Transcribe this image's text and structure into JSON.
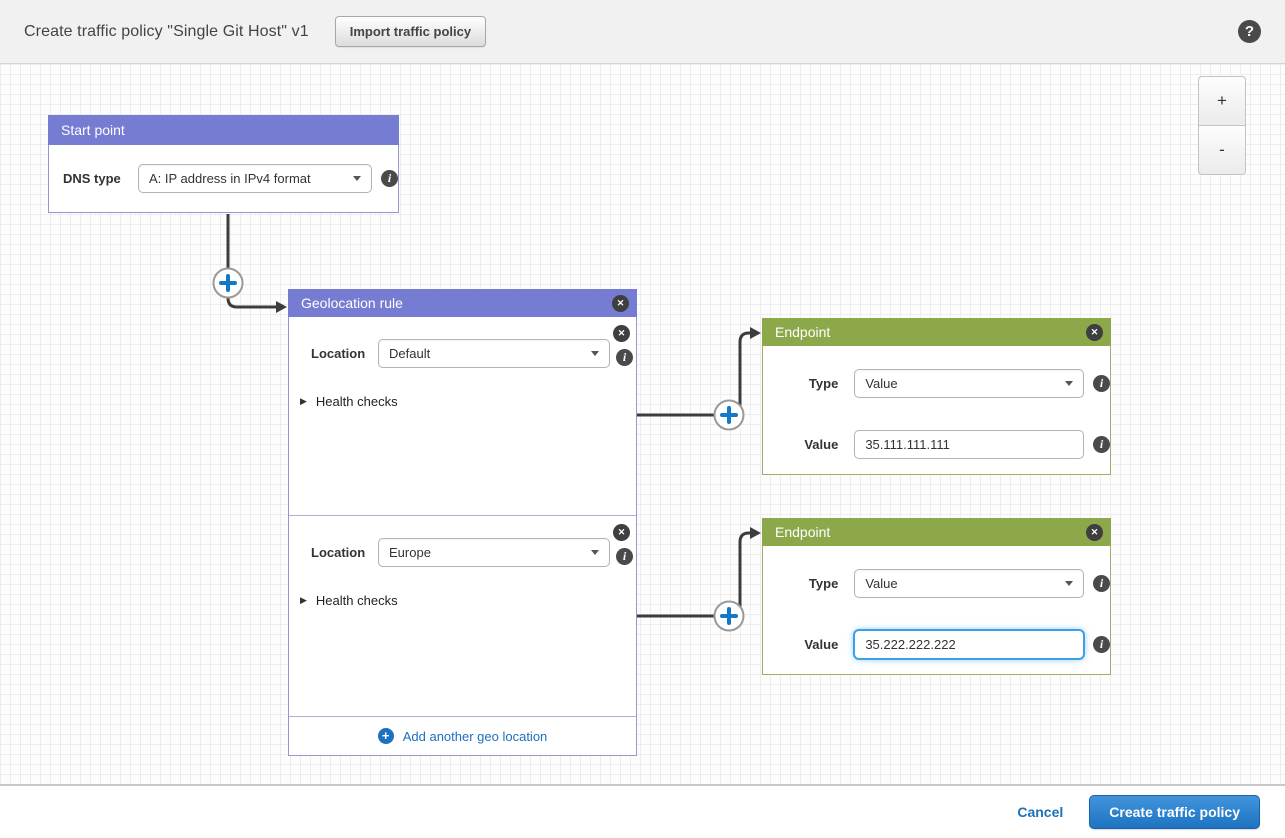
{
  "header": {
    "title": "Create traffic policy \"Single Git Host\" v1",
    "import_button": "Import traffic policy"
  },
  "canvas": {
    "zoom_in": "+",
    "zoom_out": "-"
  },
  "icons": {
    "help": "?",
    "close": "✕",
    "info": "i",
    "plus": "+",
    "expander": "▶"
  },
  "start_point": {
    "title": "Start point",
    "dns_type_label": "DNS type",
    "dns_type_value": "A: IP address in IPv4 format"
  },
  "geolocation_rule": {
    "title": "Geolocation rule",
    "sections": [
      {
        "location_label": "Location",
        "location_value": "Default",
        "health_checks_label": "Health checks"
      },
      {
        "location_label": "Location",
        "location_value": "Europe",
        "health_checks_label": "Health checks"
      }
    ],
    "add_link": "Add another geo location"
  },
  "endpoints": [
    {
      "title": "Endpoint",
      "type_label": "Type",
      "type_value": "Value",
      "value_label": "Value",
      "value_input": "35.111.111.111"
    },
    {
      "title": "Endpoint",
      "type_label": "Type",
      "type_value": "Value",
      "value_label": "Value",
      "value_input": "35.222.222.222"
    }
  ],
  "footer": {
    "cancel_label": "Cancel",
    "create_button": "Create traffic policy"
  },
  "colors": {
    "rule_header_purple": "#757cd2",
    "endpoint_header_green": "#8ca84b",
    "link_blue": "#1d70c0",
    "primary_button_blue": "#2a84cf",
    "wire_dark": "#3d3d3d",
    "focus_blue": "#3aa0e8"
  }
}
